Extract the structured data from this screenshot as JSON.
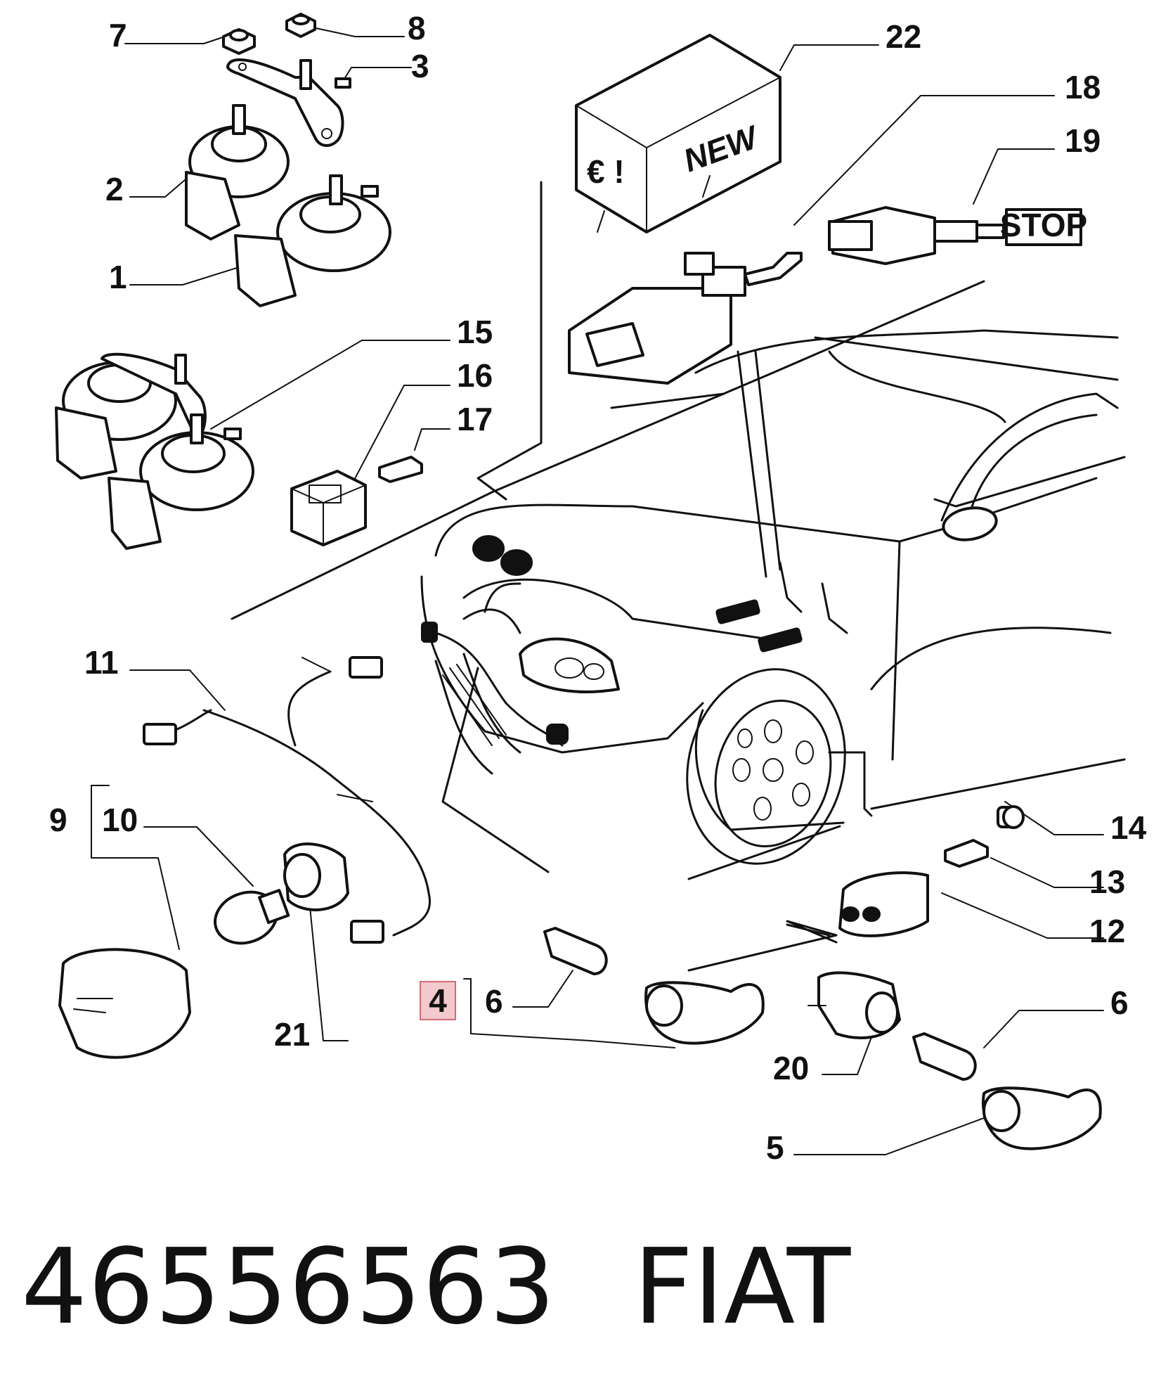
{
  "diagram": {
    "callouts": {
      "c1": "1",
      "c2": "2",
      "c3": "3",
      "c4": "4",
      "c5": "5",
      "c6a": "6",
      "c6b": "6",
      "c7": "7",
      "c8": "8",
      "c9": "9",
      "c10": "10",
      "c11": "11",
      "c12": "12",
      "c13": "13",
      "c14": "14",
      "c15": "15",
      "c16": "16",
      "c17": "17",
      "c18": "18",
      "c19": "19",
      "c20": "20",
      "c21": "21",
      "c22": "22"
    },
    "box_labels": {
      "new": "NEW",
      "euro": "€ !",
      "stop": "STOP"
    },
    "highlight_color": "#f2c9cc",
    "line_color": "#111111"
  },
  "footer": {
    "part_number": "46556563",
    "brand": "FIAT"
  }
}
